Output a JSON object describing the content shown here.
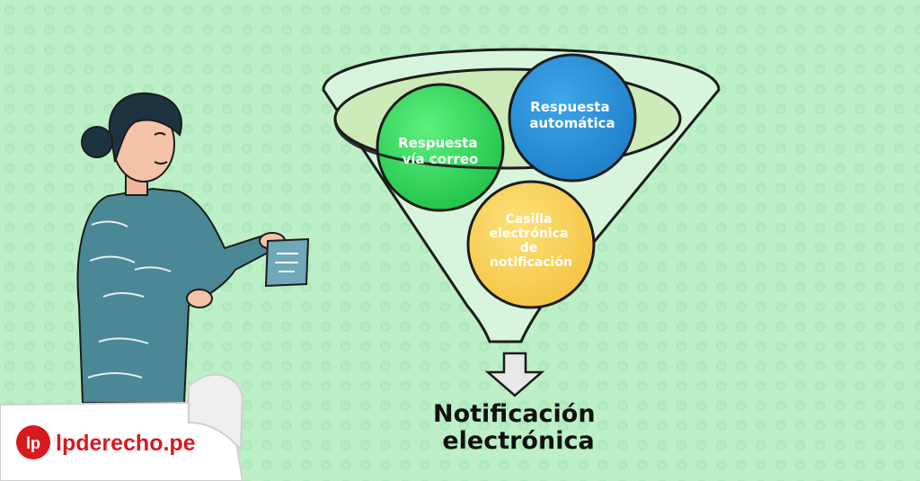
{
  "funnel": {
    "items": [
      {
        "lines": [
          "Respuesta",
          "vía correo"
        ],
        "color": "#33d65a"
      },
      {
        "lines": [
          "Respuesta",
          "automática"
        ],
        "color": "#2a8fd6"
      },
      {
        "lines": [
          "Casilla",
          "electrónica",
          "de",
          "notificación"
        ],
        "color": "#f7d15a"
      }
    ]
  },
  "outcome": {
    "line1": "Notificación",
    "line2": "electrónica"
  },
  "brand": {
    "logo_letters": "lp",
    "name": "lpderecho.pe",
    "color": "#d71920"
  },
  "colors": {
    "background": "#bdf0c8",
    "funnel_fill": "#d7f5dc",
    "outline": "#1c1c1c",
    "figure_sweater": "#4a8896"
  }
}
